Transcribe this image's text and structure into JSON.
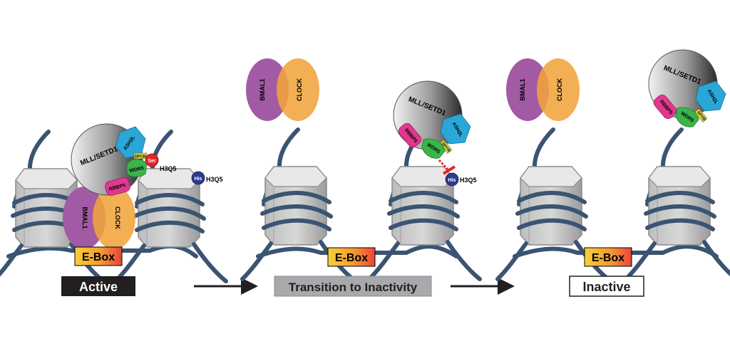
{
  "panels": [
    {
      "state_label": "Active",
      "complex": {
        "mll": "MLL/SETD1",
        "ash2l": "ASH2L",
        "rbbp5": "RBBP5",
        "wdr5": "WDR5",
        "dpy30": "DPY30"
      },
      "bmal1": "BMAL1",
      "clock": "CLOCK",
      "ebox": "E-Box",
      "ser_badge": "Ser",
      "ser_site": "H3Q5",
      "his_badge": "His",
      "his_site": "H3Q5"
    },
    {
      "state_label": "Transition to Inactivity",
      "complex": {
        "mll": "MLL/SETD1",
        "ash2l": "ASH2L",
        "rbbp5": "RBBP5",
        "wdr5": "WDR5",
        "dpy30": "DPY30"
      },
      "bmal1": "BMAL1",
      "clock": "CLOCK",
      "ebox": "E-Box",
      "his_badge": "His",
      "his_site": "H3Q5"
    },
    {
      "state_label": "Inactive",
      "complex": {
        "mll": "MLL/SETD1",
        "ash2l": "ASH2L",
        "rbbp5": "RBBP5",
        "wdr5": "WDR5",
        "dpy30": "DPY30"
      },
      "bmal1": "BMAL1",
      "clock": "CLOCK",
      "ebox": "E-Box"
    }
  ],
  "colors": {
    "bmal1": "#a25aa5",
    "clock": "#f0a43c",
    "ash2l": "#2aa7d9",
    "rbbp5": "#e0388f",
    "wdr5": "#3bb54a",
    "dpy30": "#d9d23a",
    "ser": "#e5252b",
    "his": "#2b3c8f",
    "dna": "#3a5472",
    "active_label_bg": "#231f20",
    "transition_label_bg": "#a7a9ac",
    "inhibition": "#e5252b"
  }
}
